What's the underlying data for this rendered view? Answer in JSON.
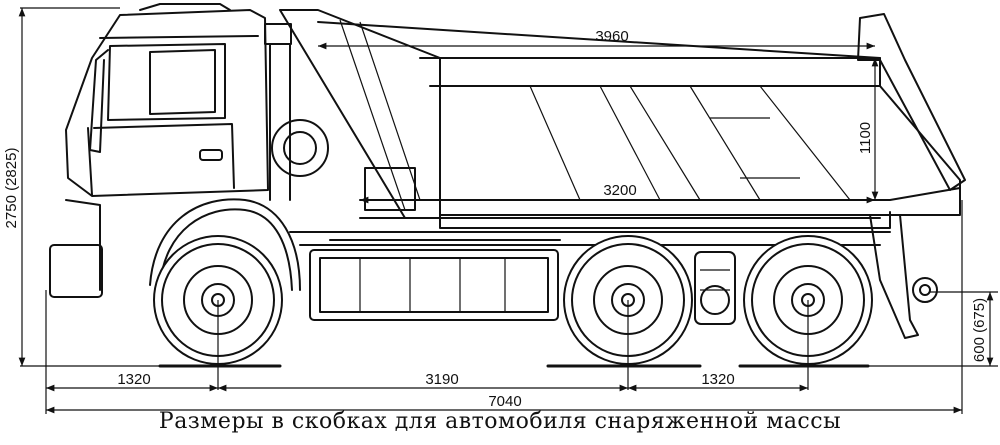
{
  "dimensions": {
    "body_length": "3960",
    "body_inner_length": "3200",
    "side_height": "1100",
    "overall_height": "2750 (2825)",
    "frame_height": "600 (675)",
    "front_overhang": "1320",
    "wheelbase_front": "3190",
    "rear_bogie": "1320",
    "overall_length": "7040"
  },
  "caption": "Размеры в скобках для автомобиля снаряженной массы"
}
